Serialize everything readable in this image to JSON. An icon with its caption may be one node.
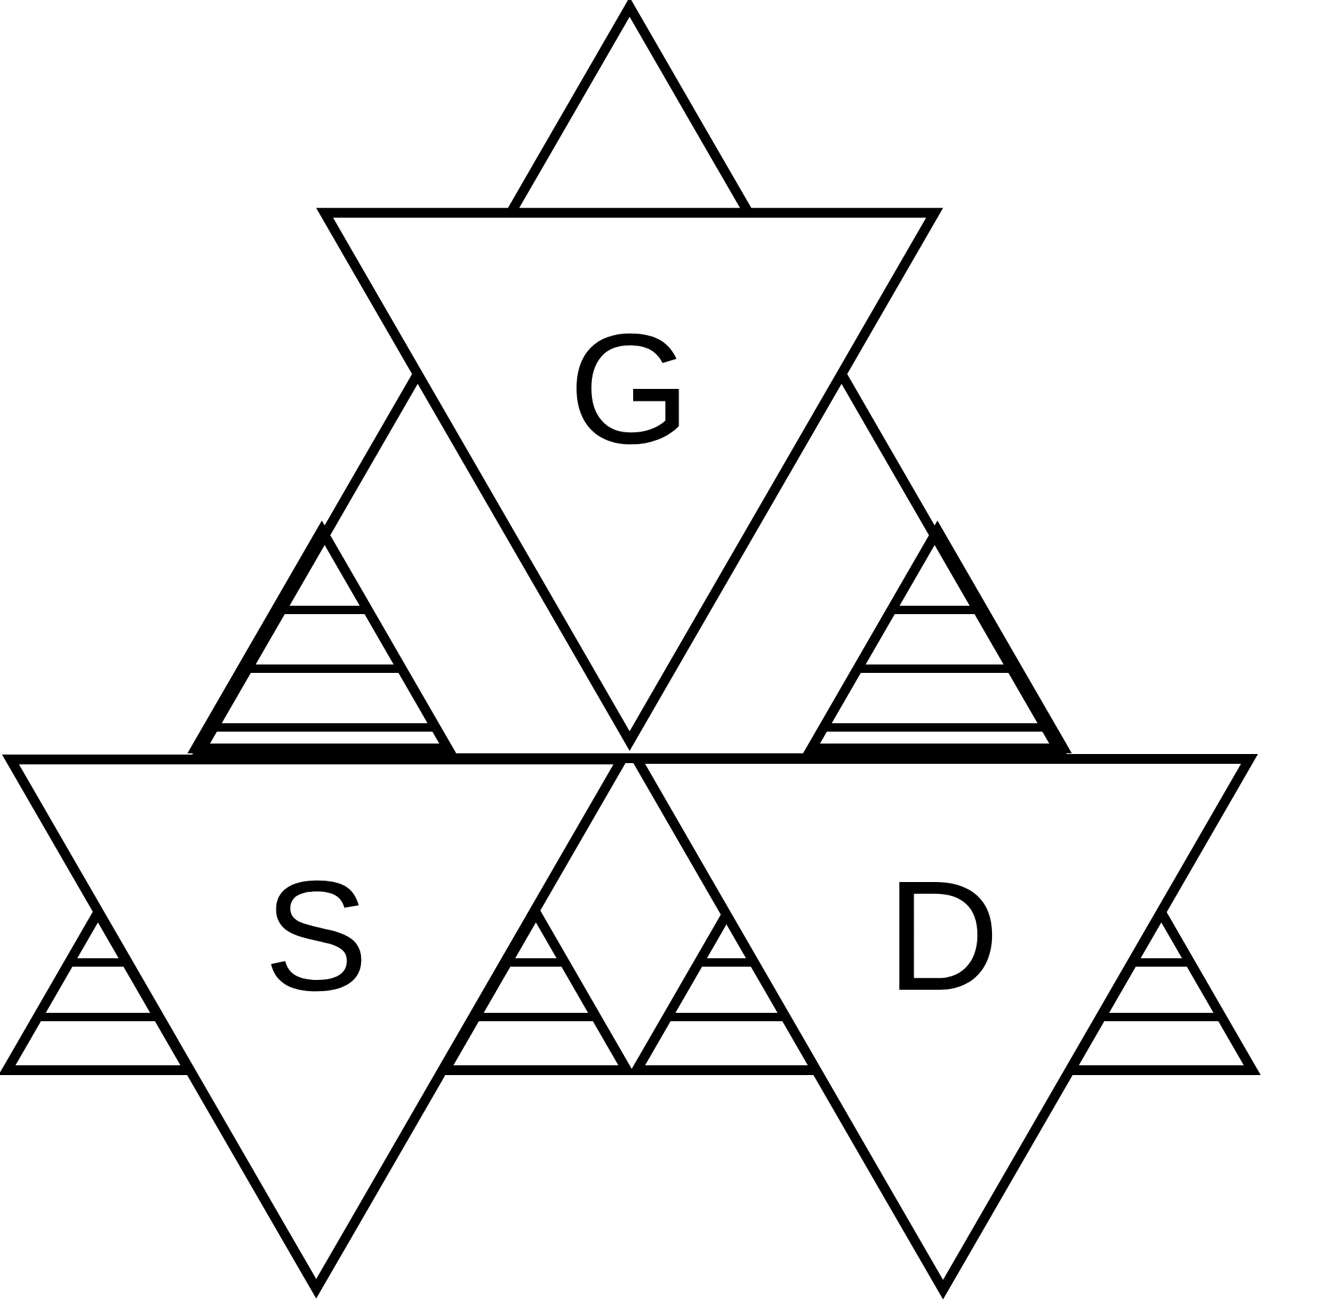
{
  "diagram": {
    "nodes": [
      {
        "text": [
          "G"
        ]
      },
      {
        "text": [
          "S"
        ]
      },
      {
        "text": [
          "D"
        ]
      }
    ]
  }
}
